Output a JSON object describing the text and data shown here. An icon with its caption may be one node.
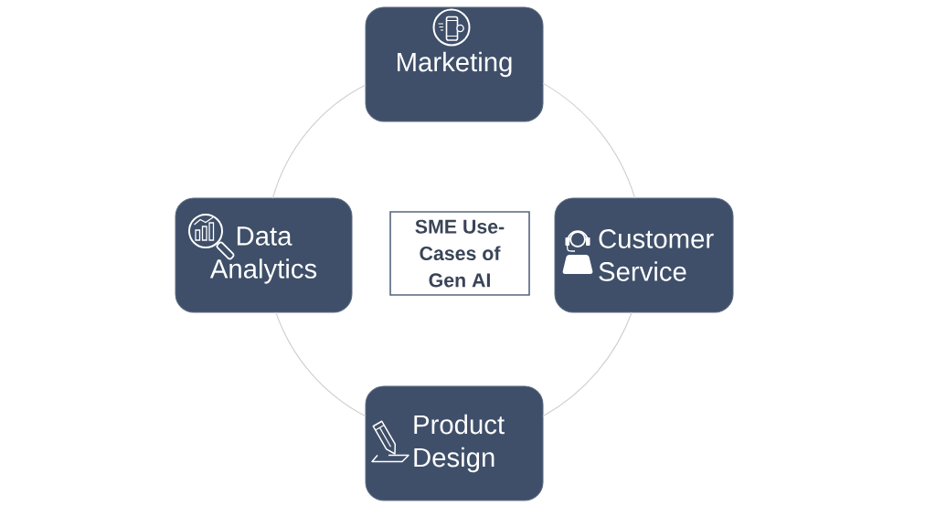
{
  "diagram": {
    "nodes": [
      {
        "text": [
          "Marketing"
        ]
      },
      {
        "text": [
          "Data Analytics"
        ]
      },
      {
        "text": [
          "SME Use- Cases of Gen AI"
        ]
      },
      {
        "text": [
          "Customer Service"
        ]
      },
      {
        "text": [
          "Product Design"
        ]
      }
    ],
    "edges": [
      {
        "from": 0,
        "to": 3,
        "arrow": "none"
      },
      {
        "from": 3,
        "to": 4,
        "arrow": "none"
      },
      {
        "from": 4,
        "to": 1,
        "arrow": "none"
      },
      {
        "from": 1,
        "to": 0,
        "arrow": "none"
      }
    ]
  }
}
